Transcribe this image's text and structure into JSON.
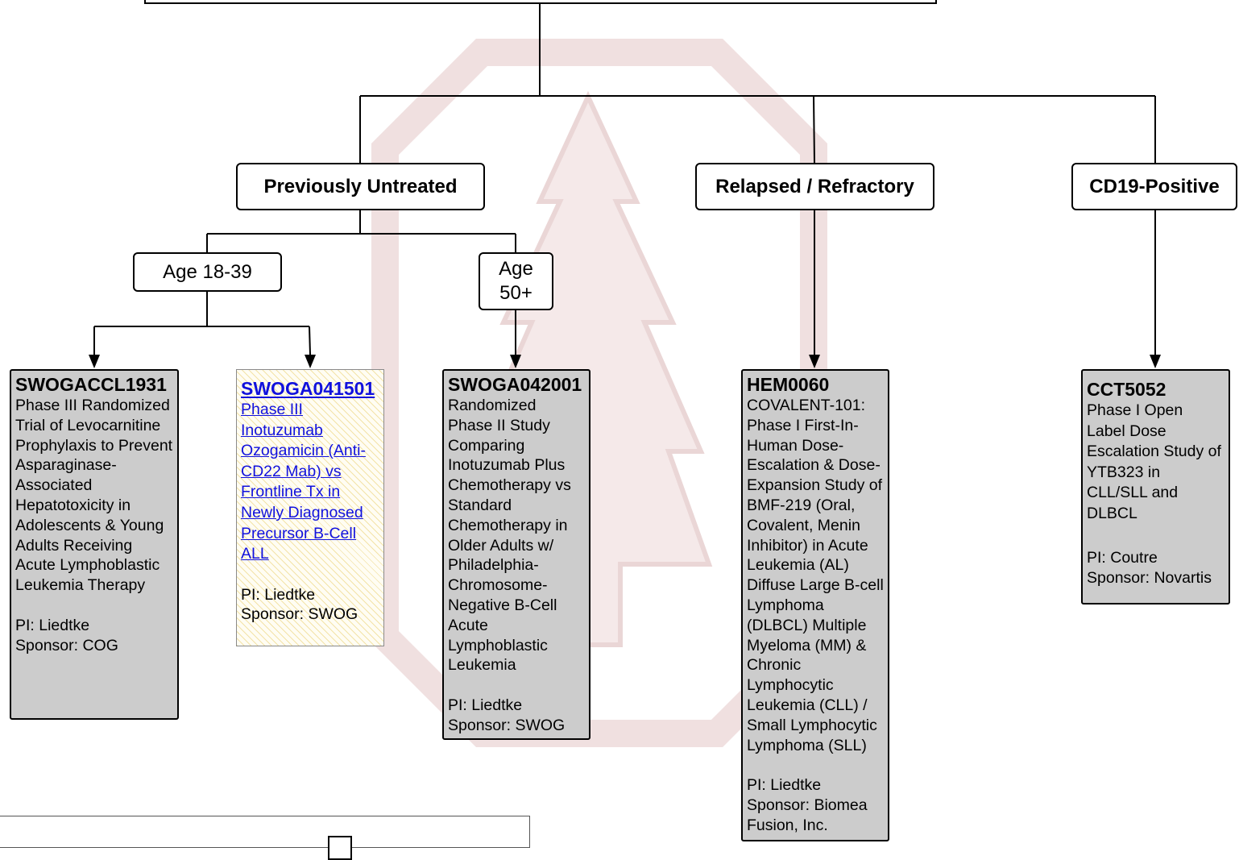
{
  "watermark": {
    "color": "#f0e0e0",
    "name": "stanford-tree-seal-watermark"
  },
  "categories": {
    "previously_untreated": "Previously Untreated",
    "relapsed_refractory": "Relapsed / Refractory",
    "cd19_positive": "CD19-Positive"
  },
  "subgroups": {
    "age_18_39": "Age 18-39",
    "age_50_line1": "Age",
    "age_50_line2": "50+"
  },
  "trials": [
    {
      "id": "SWOGACCL1931",
      "description": "Phase III Randomized Trial of Levocarnitine Prophylaxis to Prevent Asparaginase-Associated Hepatotoxicity in Adolescents & Young Adults Receiving Acute Lymphoblastic Leukemia Therapy",
      "pi": "PI: Liedtke",
      "sponsor": "Sponsor: COG"
    },
    {
      "id": "SWOGA041501",
      "description": "Phase III Inotuzumab Ozogamicin (Anti-CD22 Mab) vs Frontline Tx in Newly Diagnosed Precursor B-Cell ALL",
      "pi": "PI: Liedtke",
      "sponsor": "Sponsor: SWOG"
    },
    {
      "id": "SWOGA042001",
      "description": "Randomized Phase II Study Comparing Inotuzumab Plus Chemotherapy vs Standard Chemotherapy in Older Adults w/ Philadelphia-Chromosome-Negative B-Cell Acute Lymphoblastic Leukemia",
      "pi": "PI: Liedtke",
      "sponsor": "Sponsor: SWOG"
    },
    {
      "id": "HEM0060",
      "description": "COVALENT-101: Phase I First-In-Human Dose-Escalation & Dose-Expansion Study of BMF-219 (Oral, Covalent, Menin Inhibitor) in Acute Leukemia (AL) Diffuse Large B-cell Lymphoma (DLBCL) Multiple Myeloma (MM) & Chronic Lymphocytic Leukemia (CLL) / Small Lymphocytic Lymphoma (SLL)",
      "pi": "PI: Liedtke",
      "sponsor": "Sponsor: Biomea Fusion, Inc."
    },
    {
      "id": "CCT5052",
      "description": "Phase I Open Label Dose Escalation Study of YTB323 in CLL/SLL and DLBCL",
      "pi": "PI: Coutre",
      "sponsor": "Sponsor: Novartis"
    }
  ]
}
